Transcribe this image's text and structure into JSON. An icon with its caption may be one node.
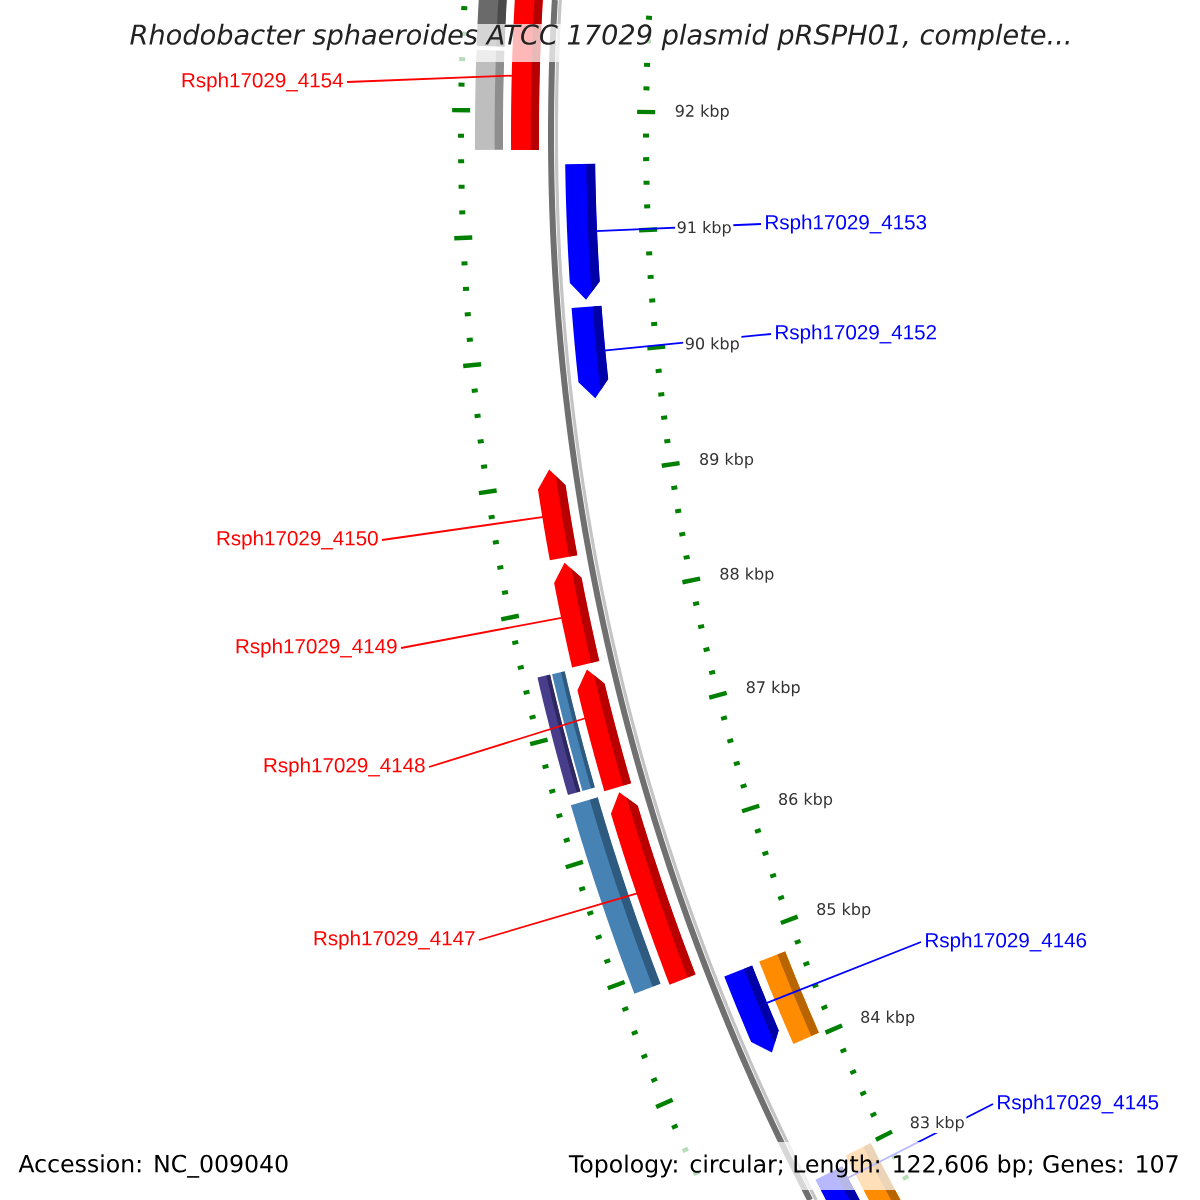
{
  "diagram": {
    "title": "Rhodobacter sphaeroides ATCC 17029 plasmid pRSPH01, complete...",
    "nodes": [
      {
        "text": [
          "Rsph17029_4154"
        ]
      },
      {
        "text": [],
        "shape": "bar"
      },
      {
        "text": [],
        "shape": "bar"
      },
      {
        "text": [],
        "shape": "bar"
      },
      {
        "text": [],
        "shape": "arrow"
      },
      {
        "text": [
          "Rsph17029_4153"
        ]
      },
      {
        "text": [],
        "shape": "arrow"
      },
      {
        "text": [
          "Rsph17029_4152"
        ]
      },
      {
        "text": [
          "Rsph17029_4150"
        ]
      },
      {
        "text": [],
        "shape": "arrow"
      },
      {
        "text": [
          "Rsph17029_4149"
        ]
      },
      {
        "text": [],
        "shape": "arrow"
      },
      {
        "text": [
          "Rsph17029_4148"
        ]
      },
      {
        "text": [],
        "shape": "bar"
      },
      {
        "text": [],
        "shape": "bar"
      },
      {
        "text": [],
        "shape": "arrow"
      },
      {
        "text": [
          "Rsph17029_4147"
        ]
      },
      {
        "text": [],
        "shape": "bar"
      },
      {
        "text": [],
        "shape": "arrow"
      },
      {
        "text": [],
        "shape": "arrow"
      },
      {
        "text": [],
        "shape": "bar"
      },
      {
        "text": [
          "Rsph17029_4146"
        ]
      },
      {
        "text": [],
        "shape": "bar"
      },
      {
        "text": [],
        "shape": "bar"
      },
      {
        "text": [
          "Rsph17029_4145"
        ]
      }
    ],
    "edges": [
      {
        "from": 0,
        "to": 3,
        "arrow": "none"
      },
      {
        "from": 5,
        "to": 4,
        "arrow": "none",
        "color": "#0000ff"
      },
      {
        "from": 7,
        "to": 6,
        "arrow": "none",
        "color": "#0000ff"
      },
      {
        "from": 8,
        "to": 9,
        "arrow": "none"
      },
      {
        "from": 10,
        "to": 11,
        "arrow": "none"
      },
      {
        "from": 12,
        "to": 15,
        "arrow": "none"
      },
      {
        "from": 16,
        "to": 18,
        "arrow": "none"
      },
      {
        "from": 21,
        "to": 19,
        "arrow": "none",
        "color": "#0000ff"
      },
      {
        "from": 24,
        "to": 22,
        "arrow": "none",
        "color": "#0000ff"
      }
    ],
    "labels": [
      "92 kbp",
      "91 kbp",
      "90 kbp",
      "89 kbp",
      "88 kbp",
      "87 kbp",
      "86 kbp",
      "85 kbp",
      "84 kbp",
      "83 kbp",
      "Accession: NC_009040",
      "Topology: circular; Length: 122,606 bp; Genes: 107"
    ]
  }
}
